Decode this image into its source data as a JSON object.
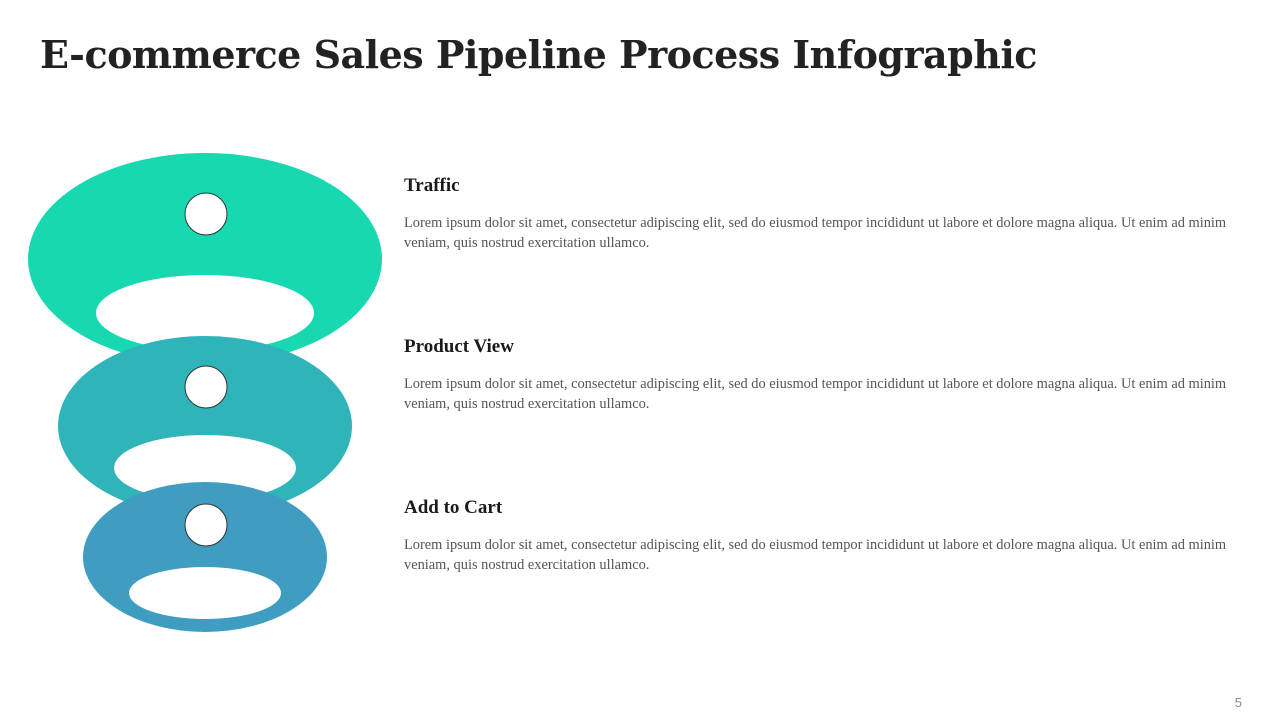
{
  "title": "E-commerce Sales Pipeline Process Infographic",
  "stages": [
    {
      "heading": "Traffic",
      "description": "Lorem ipsum dolor sit amet, consectetur adipiscing elit, sed do eiusmod tempor incididunt ut labore et dolore magna aliqua. Ut enim ad minim veniam, quis nostrud exercitation ullamco.",
      "color": "#18d8b2"
    },
    {
      "heading": "Product View",
      "description": "Lorem ipsum dolor sit amet, consectetur adipiscing elit, sed do eiusmod tempor incididunt ut labore et dolore magna aliqua. Ut enim ad minim veniam, quis nostrud exercitation ullamco.",
      "color": "#2fb4b9"
    },
    {
      "heading": "Add to Cart",
      "description": "Lorem ipsum dolor sit amet, consectetur adipiscing elit, sed do eiusmod tempor incididunt ut labore et dolore magna aliqua. Ut enim ad minim veniam, quis nostrud exercitation ullamco.",
      "color": "#3e9dc0"
    }
  ],
  "page_number": "5"
}
